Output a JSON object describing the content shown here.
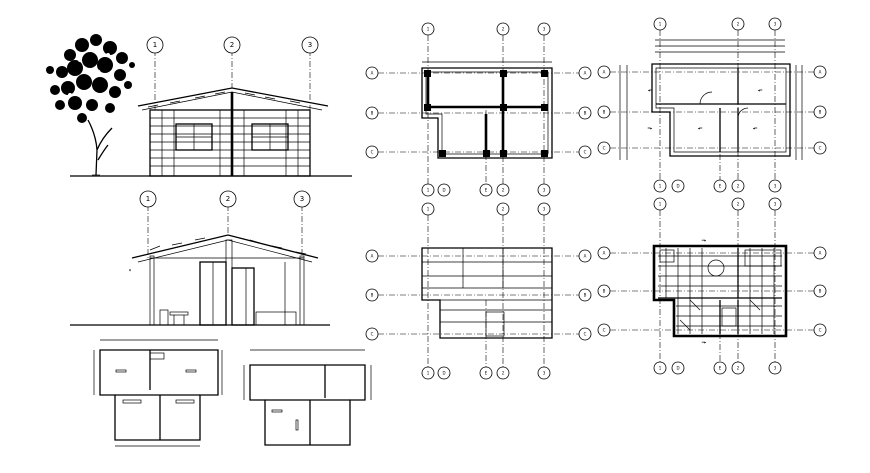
{
  "grid_labels": {
    "one": "1",
    "two": "2",
    "three": "3",
    "a": "A",
    "b": "B",
    "c": "C",
    "d": "D",
    "e": "E"
  },
  "drawings": [
    {
      "id": "front-elevation"
    },
    {
      "id": "cross-section"
    },
    {
      "id": "plan-sketch-1"
    },
    {
      "id": "plan-sketch-2"
    },
    {
      "id": "foundation-plan"
    },
    {
      "id": "roof-plan"
    },
    {
      "id": "dimensioned-floor-plan"
    },
    {
      "id": "finishes-floor-plan"
    }
  ],
  "colors": {
    "ink": "#000000",
    "paper": "#ffffff"
  }
}
